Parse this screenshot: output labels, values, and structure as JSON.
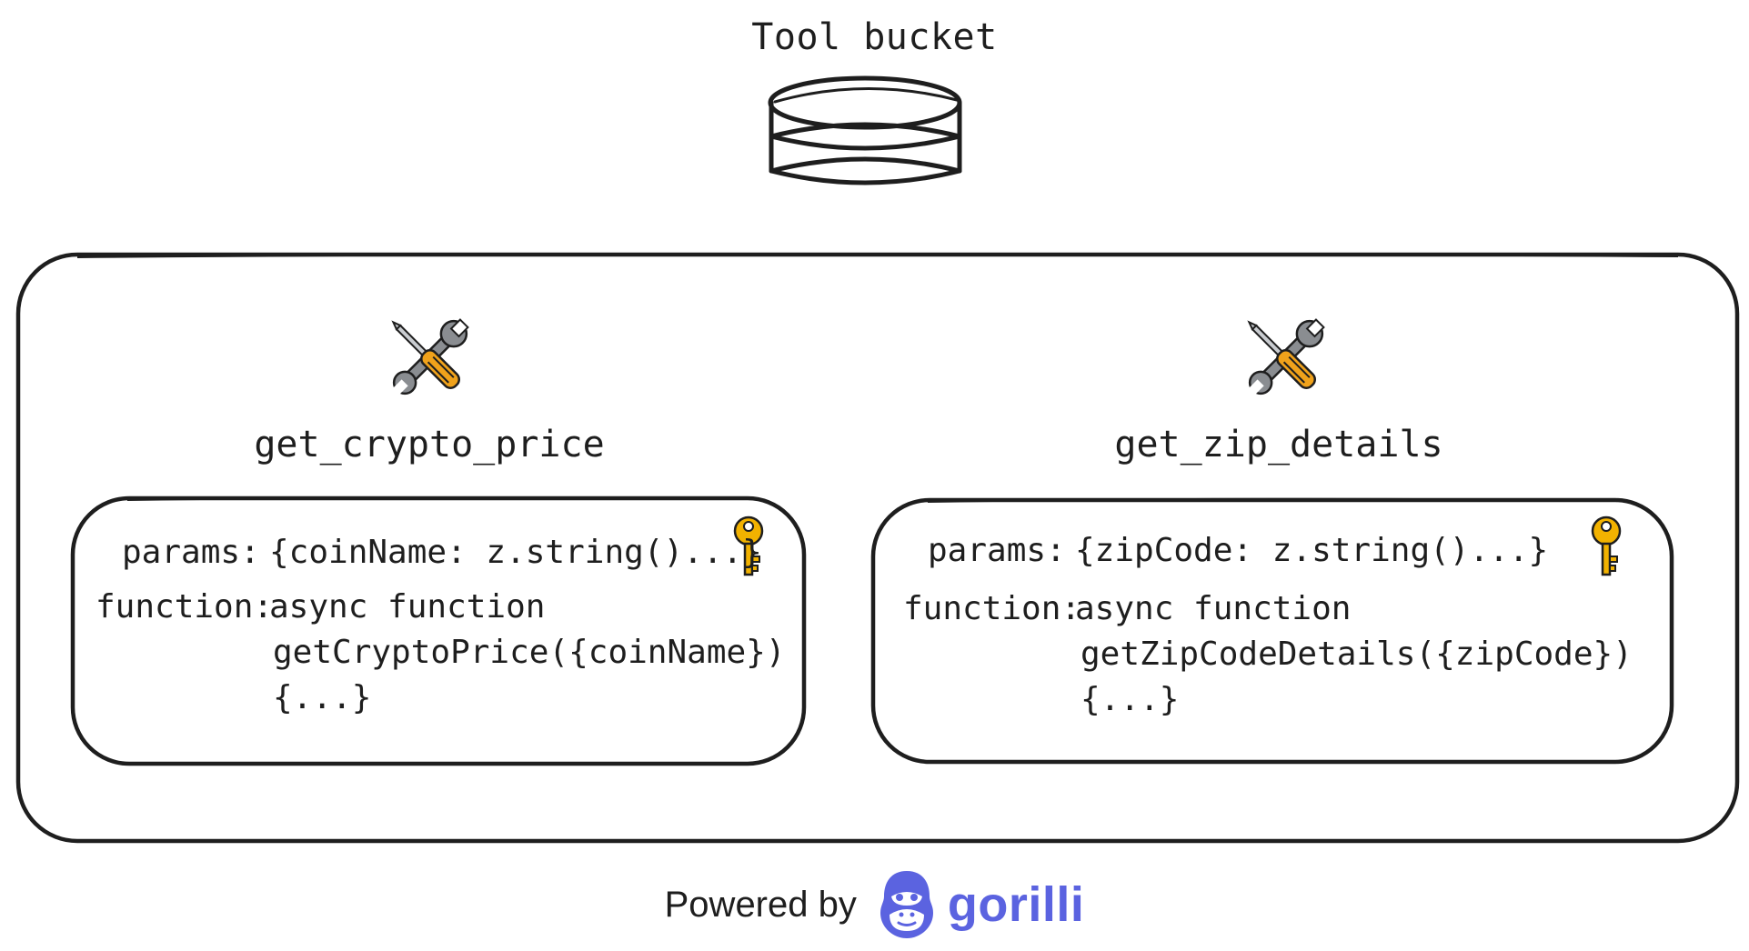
{
  "title": "Tool bucket",
  "tools": [
    {
      "name": "get_crypto_price",
      "params_label": "params:",
      "params_value": "{coinName: z.string()...}",
      "function_label": "function:",
      "function_lines": [
        "async function",
        "getCryptoPrice({coinName})",
        "{...}"
      ]
    },
    {
      "name": "get_zip_details",
      "params_label": "params:",
      "params_value": "{zipCode: z.string()...}",
      "function_label": "function:",
      "function_lines": [
        "async function",
        "getZipCodeDetails({zipCode})",
        "{...}"
      ]
    }
  ],
  "footer": {
    "powered_by": "Powered by",
    "brand": "gorilli"
  },
  "colors": {
    "stroke": "#1e1e1e",
    "brand": "#5b63e0",
    "key": "#f2b200",
    "screwdriver": "#f0a21b",
    "wrench": "#8a8d91"
  },
  "icons": {
    "bucket": "database-cylinder-icon",
    "tool": "hammer-and-wrench-icon",
    "key": "key-icon",
    "brand": "gorilla-logo-icon"
  }
}
